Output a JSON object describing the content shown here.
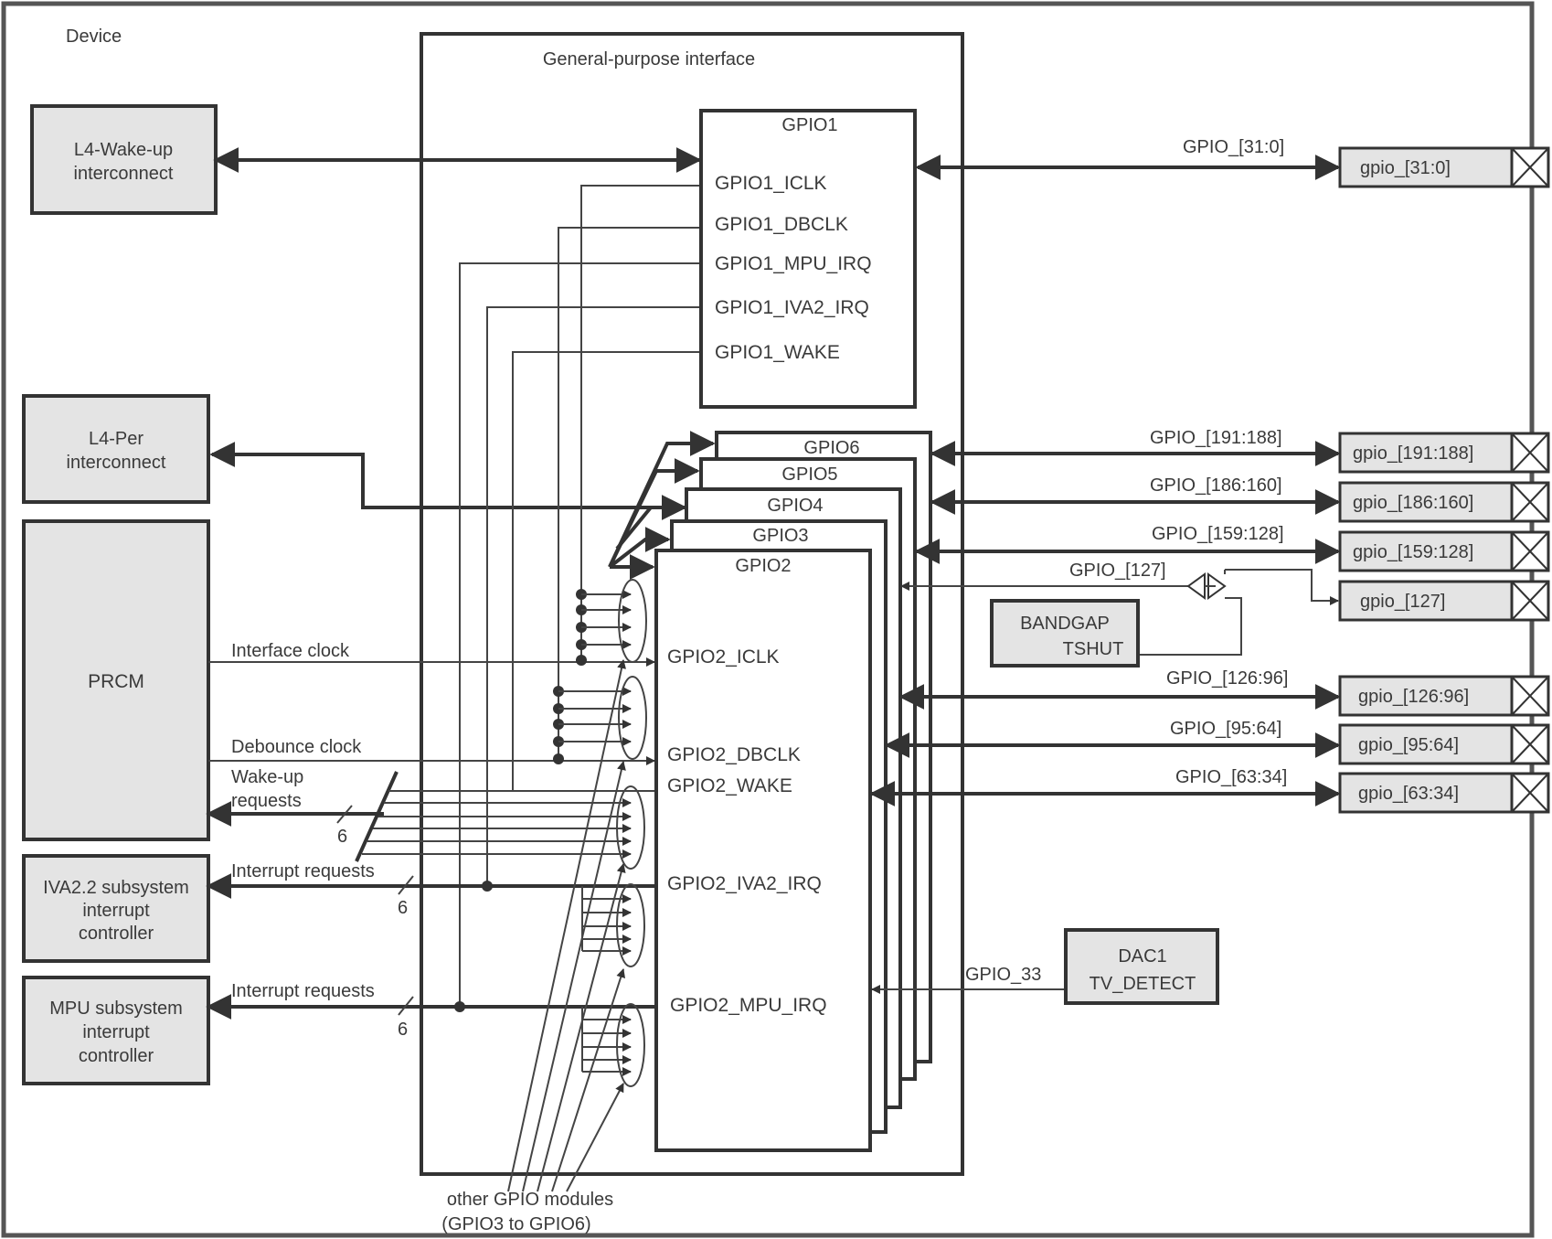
{
  "device_label": "Device",
  "gp_interface_label": "General-purpose interface",
  "blocks": {
    "l4_wakeup": [
      "L4-Wake-up",
      "interconnect"
    ],
    "l4_per": [
      "L4-Per",
      "interconnect"
    ],
    "prcm": "PRCM",
    "iva2": [
      "IVA2.2 subsystem",
      "interrupt",
      "controller"
    ],
    "mpu": [
      "MPU subsystem",
      "interrupt",
      "controller"
    ],
    "bandgap": [
      "BANDGAP",
      "TSHUT"
    ],
    "dac1": [
      "DAC1",
      "TV_DETECT"
    ]
  },
  "gpio1": {
    "title": "GPIO1",
    "signals": [
      "GPIO1_ICLK",
      "GPIO1_DBCLK",
      "GPIO1_MPU_IRQ",
      "GPIO1_IVA2_IRQ",
      "GPIO1_WAKE"
    ]
  },
  "stack_modules": [
    "GPIO6",
    "GPIO5",
    "GPIO4",
    "GPIO3",
    "GPIO2"
  ],
  "gpio2_signals": [
    "GPIO2_ICLK",
    "GPIO2_DBCLK",
    "GPIO2_WAKE",
    "GPIO2_IVA2_IRQ",
    "GPIO2_MPU_IRQ"
  ],
  "left_signals": {
    "interface_clock": "Interface clock",
    "debounce_clock": "Debounce clock",
    "wakeup_requests": [
      "Wake-up",
      "requests"
    ],
    "interrupt_requests_iva": "Interrupt requests",
    "interrupt_requests_mpu": "Interrupt requests",
    "bus_width_wake": "6",
    "bus_width_iva": "6",
    "bus_width_mpu": "6"
  },
  "buses": [
    "GPIO_[31:0]",
    "GPIO_[191:188]",
    "GPIO_[186:160]",
    "GPIO_[159:128]",
    "GPIO_[127]",
    "GPIO_[126:96]",
    "GPIO_[95:64]",
    "GPIO_[63:34]",
    "GPIO_33"
  ],
  "pins": [
    "gpio_[31:0]",
    "gpio_[191:188]",
    "gpio_[186:160]",
    "gpio_[159:128]",
    "gpio_[127]",
    "gpio_[126:96]",
    "gpio_[95:64]",
    "gpio_[63:34]"
  ],
  "other_modules": [
    "other GPIO modules",
    "(GPIO3 to GPIO6)"
  ]
}
